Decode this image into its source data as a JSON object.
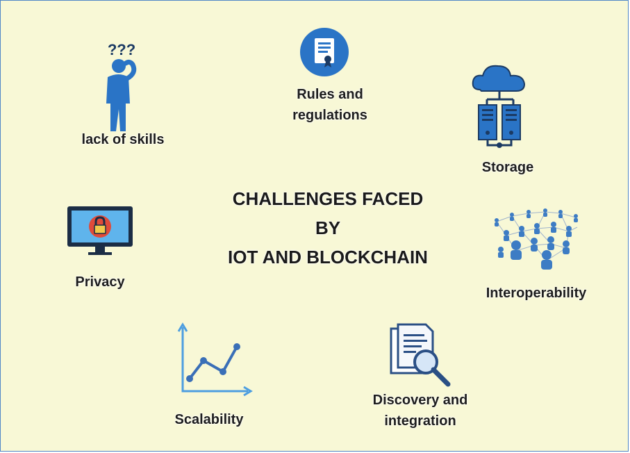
{
  "title_lines": [
    "CHALLENGES FACED",
    "BY",
    "IOT AND BLOCKCHAIN"
  ],
  "items": {
    "lack_of_skills": {
      "label": "lack of skills",
      "icon": "confused-person-icon",
      "icon_text": "???"
    },
    "rules": {
      "label_lines": [
        "Rules and",
        "regulations"
      ],
      "icon": "document-certificate-icon"
    },
    "storage": {
      "label": "Storage",
      "icon": "cloud-server-icon"
    },
    "privacy": {
      "label": "Privacy",
      "icon": "monitor-lock-icon"
    },
    "interoperability": {
      "label": "Interoperability",
      "icon": "people-network-icon"
    },
    "scalability": {
      "label": "Scalability",
      "icon": "growth-chart-icon"
    },
    "discovery": {
      "label_lines": [
        "Discovery and",
        "integration"
      ],
      "icon": "document-search-icon"
    }
  },
  "colors": {
    "background": "#f8f8d6",
    "border": "#4f86c6",
    "icon_blue": "#2a74c6",
    "icon_dark": "#1b3a63",
    "lock_red": "#e04b3a"
  }
}
